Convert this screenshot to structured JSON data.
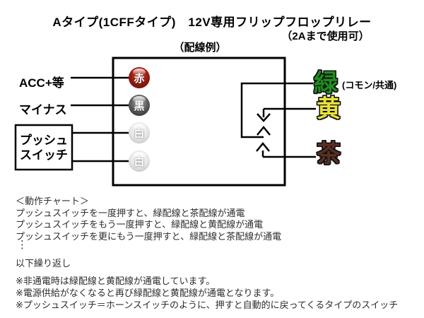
{
  "header": {
    "title": "Aタイプ(1CFFタイプ)　12V専用フリップフロップリレー",
    "subtitle": "（2Aまで使用可）",
    "caption": "（配線例）"
  },
  "diagram": {
    "left_labels": {
      "acc": "ACC+等",
      "minus": "マイナス",
      "push_switch_line1": "プッシュ",
      "push_switch_line2": "スイッチ"
    },
    "terminals": [
      {
        "name": "red",
        "label": "赤"
      },
      {
        "name": "black",
        "label": "黒"
      },
      {
        "name": "white-upper",
        "label": "白"
      },
      {
        "name": "white-lower",
        "label": "白"
      }
    ],
    "right_labels": {
      "green": "緑",
      "green_note": "(コモン/共通)",
      "yellow": "黄",
      "brown": "茶"
    },
    "colors": {
      "green_label": "#1e8f1e",
      "yellow_label": "#e8e23c",
      "brown_label": "#5c2f23",
      "red_terminal": "#9b1c10",
      "black_terminal": "#3d3d3d",
      "white_terminal": "#e6e6e6",
      "wire": "#000000"
    }
  },
  "notes": {
    "chart_heading": "＜動作チャート＞",
    "chart_lines": [
      "プッシュスイッチを一度押すと、緑配線と茶配線が通電",
      "プッシュスイッチをもう一度押すと、緑配線と黄配線が通電",
      "プッシュスイッチを更にもう一度押すと、緑配線と茶配線が通電"
    ],
    "ellipsis": "⋮",
    "repeat": "以下繰り返し",
    "footnotes": [
      "※非通電時は緑配線と黄配線が通電しています。",
      "※電源供給がなくなると再び緑配線と黄配線が通電となります。",
      "※プッシュスイッチ＝ホーンスイッチのように、押すと自動的に戻ってくるタイプのスイッチ"
    ]
  }
}
